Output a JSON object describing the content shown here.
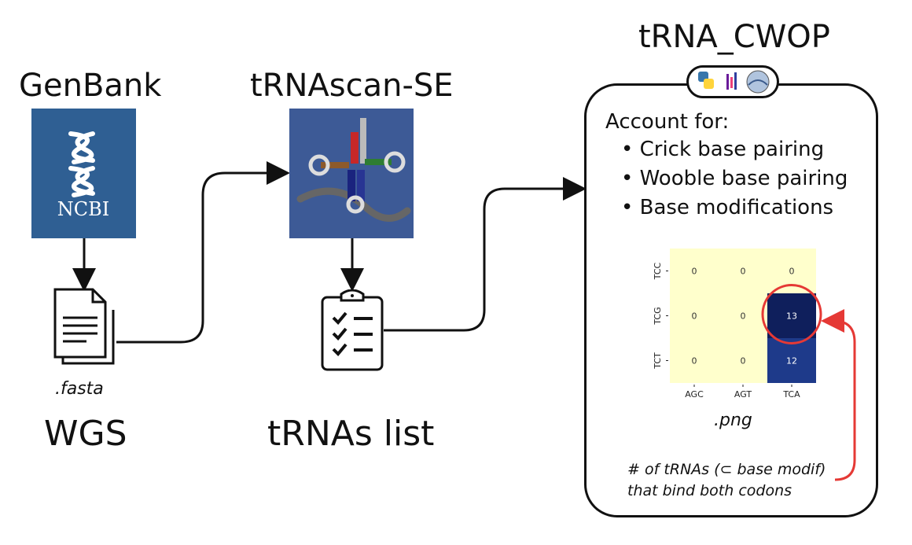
{
  "genbank": {
    "title": "GenBank",
    "logo_text": "NCBI",
    "file_ext": ".fasta",
    "caption": "WGS"
  },
  "trnascan": {
    "title": "tRNAscan-SE",
    "caption": "tRNAs list"
  },
  "cwop": {
    "title": "tRNA_CWOP",
    "account_for": "Account for:",
    "bullets": [
      "Crick base pairing",
      "Wooble base pairing",
      "Base modifications"
    ],
    "image_ext": ".png",
    "note_line1": "# of tRNAs (⊂ base modif)",
    "note_line2": "that bind both codons",
    "tool_icons": [
      "python-icon",
      "bars-icon",
      "seaborn-icon"
    ]
  },
  "chart_data": {
    "type": "heatmap",
    "x": [
      "AGC",
      "AGT",
      "TCA"
    ],
    "y": [
      "TCC",
      "TCG",
      "TCT"
    ],
    "values": [
      [
        0,
        0,
        0
      ],
      [
        0,
        0,
        13
      ],
      [
        0,
        0,
        12
      ]
    ],
    "highlight": {
      "row": "TCG",
      "col": "TCA"
    },
    "colors": {
      "low": "#ffffcc",
      "high13": "#0f1f5c",
      "high12": "#1e3a8a"
    }
  },
  "colors": {
    "ncbi_blue": "#2f5f93",
    "trnascan_blue": "#3d5a96",
    "arrow_red": "#e53935"
  }
}
